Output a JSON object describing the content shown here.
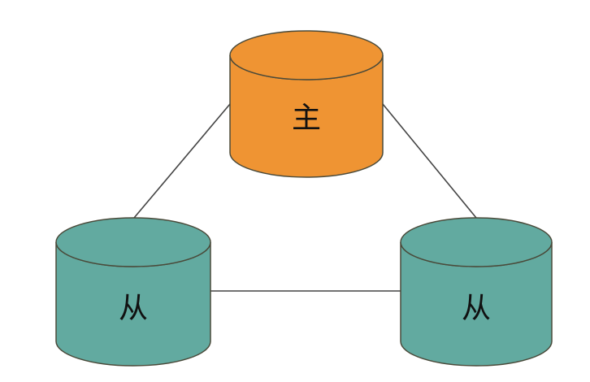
{
  "diagram": {
    "master": {
      "label": "主",
      "color": "#EF9433",
      "top_color": "#EF9433"
    },
    "slave_left": {
      "label": "从",
      "color": "#62AAA0",
      "top_color": "#62AAA0"
    },
    "slave_right": {
      "label": "从",
      "color": "#62AAA0",
      "top_color": "#62AAA0"
    },
    "connections": [
      {
        "from": "master",
        "to": "slave_left"
      },
      {
        "from": "master",
        "to": "slave_right"
      },
      {
        "from": "slave_left",
        "to": "slave_right"
      }
    ]
  }
}
